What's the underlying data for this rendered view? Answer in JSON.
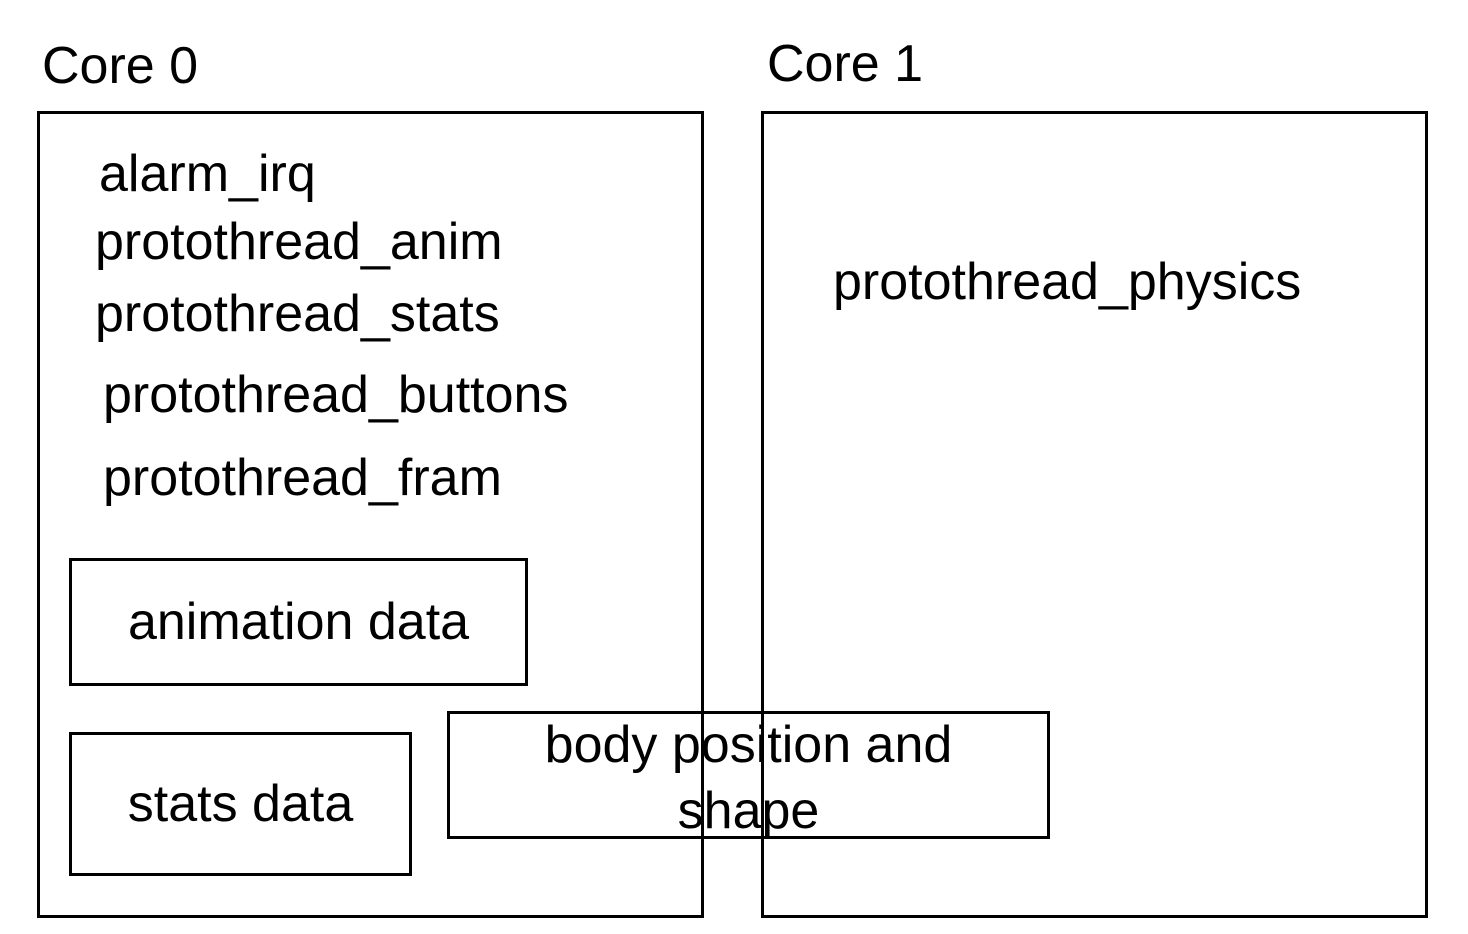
{
  "cores": [
    {
      "title": "Core 0"
    },
    {
      "title": "Core 1"
    }
  ],
  "core0": {
    "threads": [
      "alarm_irq",
      "protothread_anim",
      "protothread_stats",
      "protothread_buttons",
      "protothread_fram"
    ],
    "animation_data": "animation data",
    "stats_data": "stats data"
  },
  "core1": {
    "threads": [
      "protothread_physics"
    ]
  },
  "shared": {
    "body_data": "body position and shape"
  }
}
